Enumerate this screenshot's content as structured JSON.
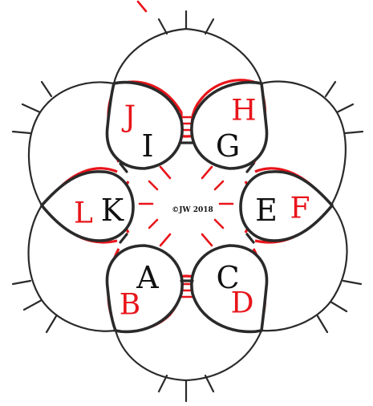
{
  "copyright": "©JW 2018",
  "rings": [
    {
      "id": "I",
      "label": "I",
      "chain_label": "J"
    },
    {
      "id": "G",
      "label": "G",
      "chain_label": "H"
    },
    {
      "id": "E",
      "label": "E",
      "chain_label": "F"
    },
    {
      "id": "C",
      "label": "C",
      "chain_label": "D"
    },
    {
      "id": "A",
      "label": "A",
      "chain_label": "B"
    },
    {
      "id": "K",
      "label": "K",
      "chain_label": "L"
    }
  ],
  "colors": {
    "ring_stroke": "#2a2a2a",
    "chain_stroke": "#e8141a",
    "background": "#ffffff"
  }
}
